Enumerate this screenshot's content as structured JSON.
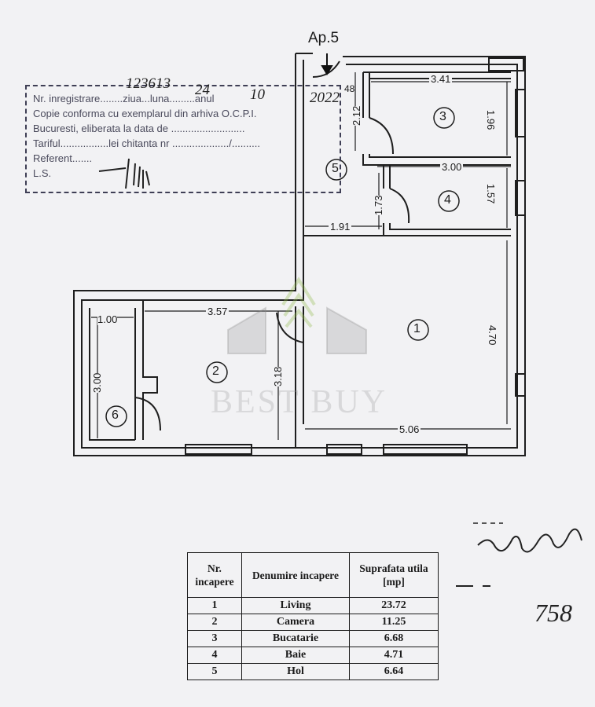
{
  "plan": {
    "apartment_label": "Ap.5",
    "rooms": [
      {
        "number": "1"
      },
      {
        "number": "2"
      },
      {
        "number": "3"
      },
      {
        "number": "4"
      },
      {
        "number": "5"
      },
      {
        "number": "6"
      }
    ],
    "dimensions": {
      "d_341": "3.41",
      "d_196": "1.96",
      "d_212": "2.12",
      "d_48": "48",
      "d_300_top": "3.00",
      "d_173": "1.73",
      "d_157": "1.57",
      "d_191": "1.91",
      "d_470": "4.70",
      "d_506": "5.06",
      "d_357": "3.57",
      "d_100": "1.00",
      "d_318": "3.18",
      "d_300_left": "3.00"
    },
    "watermark": "BEST BUY"
  },
  "stamp": {
    "number_handwritten": "123613",
    "day_handwritten": "24",
    "month_handwritten": "10",
    "year_handwritten": "2022",
    "line1": "Nr. inregistrare........ziua...luna.........anul",
    "line2": "Copie conforma cu exemplarul din arhiva O.C.P.I.",
    "line3": "Bucuresti, eliberata la data de ..........................",
    "line4": "Tariful.................lei chitanta nr ..................../..........",
    "line5": "Referent.......",
    "line6": "L.S."
  },
  "table": {
    "headers": {
      "nr": "Nr. incapere",
      "denumire": "Denumire incapere",
      "suprafata": "Suprafata utila [mp]"
    },
    "rows": [
      {
        "nr": "1",
        "name": "Living",
        "area": "23.72"
      },
      {
        "nr": "2",
        "name": "Camera",
        "area": "11.25"
      },
      {
        "nr": "3",
        "name": "Bucatarie",
        "area": "6.68"
      },
      {
        "nr": "4",
        "name": "Baie",
        "area": "4.71"
      },
      {
        "nr": "5",
        "name": "Hol",
        "area": "6.64"
      }
    ]
  },
  "handwriting": {
    "number": "758"
  }
}
